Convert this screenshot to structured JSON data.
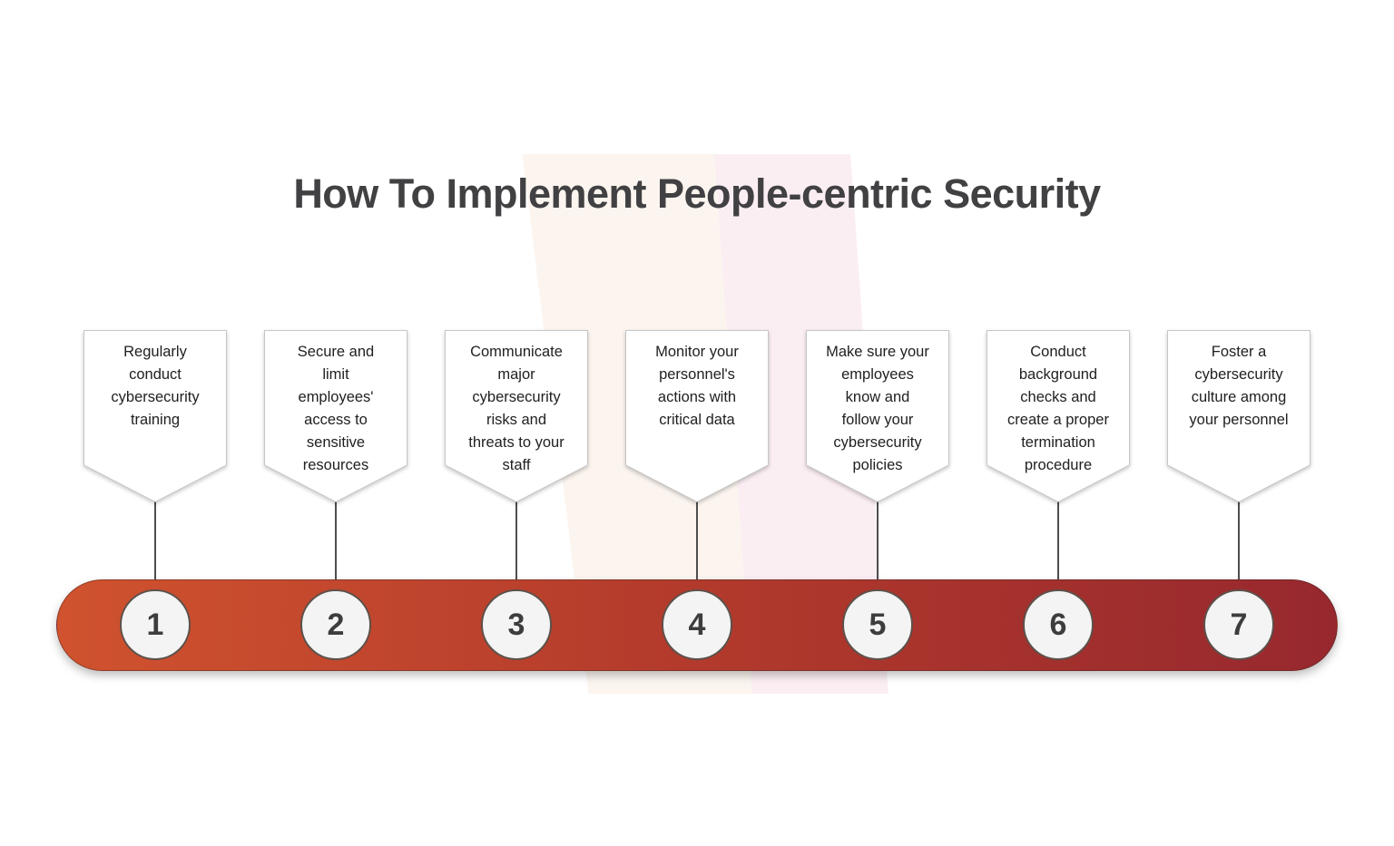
{
  "title": "How To Implement People-centric Security",
  "steps": [
    {
      "number": "1",
      "label": "Regularly\nconduct\ncybersecurity\ntraining"
    },
    {
      "number": "2",
      "label": "Secure and\nlimit\nemployees'\naccess to\nsensitive\nresources"
    },
    {
      "number": "3",
      "label": "Communicate\nmajor\ncybersecurity\nrisks and\nthreats to your\nstaff"
    },
    {
      "number": "4",
      "label": "Monitor your\npersonnel's\nactions with\ncritical data"
    },
    {
      "number": "5",
      "label": "Make sure your\nemployees\nknow and\nfollow your\ncybersecurity\npolicies"
    },
    {
      "number": "6",
      "label": "Conduct\nbackground\nchecks and\ncreate a proper\ntermination\nprocedure"
    },
    {
      "number": "7",
      "label": "Foster a\ncybersecurity\nculture among\nyour personnel"
    }
  ],
  "colors": {
    "title_text": "#414042",
    "step_text": "#212121",
    "number_text": "#3d3d3d",
    "circle_fill": "#f4f4f4",
    "bar_gradient_start": "#d0522e",
    "bar_gradient_mid": "#b23a2c",
    "bar_gradient_end": "#97282e",
    "watermark_cream": "#fcf5ef",
    "watermark_pink": "#fbeef3"
  }
}
